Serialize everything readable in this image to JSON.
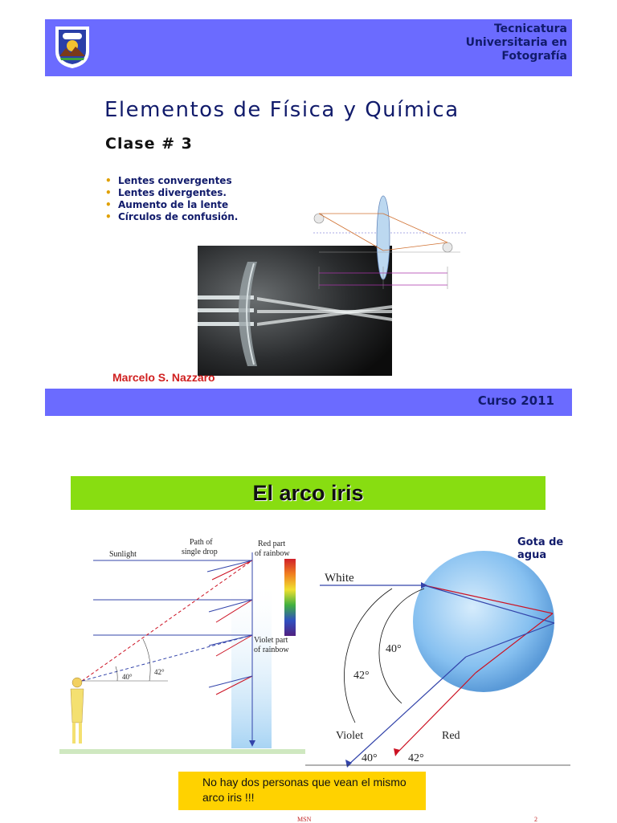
{
  "slide1": {
    "institution": [
      "Tecnicatura",
      "Universitaria en",
      "Fotografía"
    ],
    "course_title": "Elementos de Física y Química",
    "class_number": "Clase  # 3",
    "topics": [
      "Lentes convergentes",
      "Lentes divergentes.",
      "Aumento de la lente",
      "Círculos de confusión."
    ],
    "author": "Marcelo S. Nazzaro",
    "year": "Curso 2011",
    "colors": {
      "band": "#6b6bff",
      "title": "#111b6b",
      "author": "#d02020"
    }
  },
  "slide2": {
    "title": "El arco iris",
    "drop_label": "Gota de agua",
    "note": "No hay dos personas que vean el mismo arco iris !!!",
    "colors": {
      "title_bar": "#88dd11",
      "note_box": "#ffd200",
      "red_ray": "#cc1122",
      "violet_ray": "#3344aa",
      "drop": "#7ab8f0"
    },
    "rainbow_figure": {
      "sunlight": "Sunlight",
      "path_label": [
        "Path of",
        "single drop"
      ],
      "red_label": [
        "Red part",
        "of rainbow"
      ],
      "violet_label": [
        "Violet part",
        "of rainbow"
      ],
      "angle_small": "40°",
      "angle_large": "42°"
    },
    "drop_figure": {
      "white": "White",
      "violet": "Violet",
      "red": "Red",
      "angle_40": "40°",
      "angle_42": "42°",
      "angle_bottom_40": "40°",
      "angle_bottom_42": "42°"
    }
  },
  "footer": {
    "left": "MSN",
    "right": "2"
  }
}
